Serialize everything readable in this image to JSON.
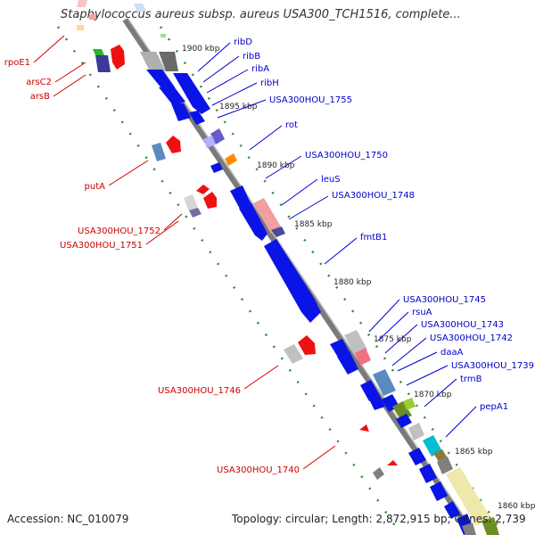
{
  "title": "Staphylococcus aureus subsp. aureus USA300_TCH1516, complete...",
  "footer": {
    "accession": "Accession: NC_010079",
    "summary": "Topology: circular; Length: 2,872,915 bp; Genes: 2,739"
  },
  "colors": {
    "backbone": "#808080",
    "forward_track": "#2e8b2e",
    "label_forward": "#0000cc",
    "label_reverse": "#cc0000",
    "gene_blue": "#0a14e6",
    "gene_red": "#ee1111"
  },
  "ticks": [
    "1900 kbp",
    "1895 kbp",
    "1890 kbp",
    "1885 kbp",
    "1880 kbp",
    "1875 kbp",
    "1870 kbp",
    "1865 kbp",
    "1860 kbp"
  ],
  "forward_labels": [
    "ribD",
    "ribB",
    "ribA",
    "ribH",
    "USA300HOU_1755",
    "rot",
    "USA300HOU_1750",
    "leuS",
    "USA300HOU_1748",
    "fmtB1",
    "USA300HOU_1745",
    "rsuA",
    "USA300HOU_1743",
    "USA300HOU_1742",
    "daaA",
    "USA300HOU_1739",
    "trmB",
    "pepA1"
  ],
  "reverse_labels": [
    "rpoE1",
    "arsC2",
    "arsB",
    "putA",
    "USA300HOU_1752",
    "USA300HOU_1751",
    "USA300HOU_1746",
    "USA300HOU_1740"
  ]
}
